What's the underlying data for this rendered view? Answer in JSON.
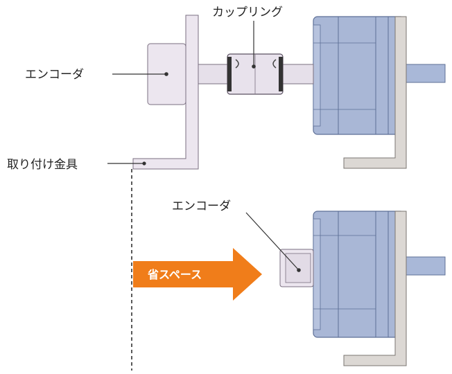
{
  "labels": {
    "coupling": "カップリング",
    "encoder_top": "エンコーダ",
    "bracket": "取り付け金具",
    "encoder_bottom": "エンコーダ",
    "space_saving": "省スペース"
  },
  "colors": {
    "encoder_fill": "#ece6ef",
    "motor_fill": "#a9b7d6",
    "motor_stroke": "#5d6f96",
    "shaft_fill": "#a9b8d8",
    "bracket_fill": "#dcd8d4",
    "arrow": "#f07d1a",
    "line": "#333333"
  }
}
